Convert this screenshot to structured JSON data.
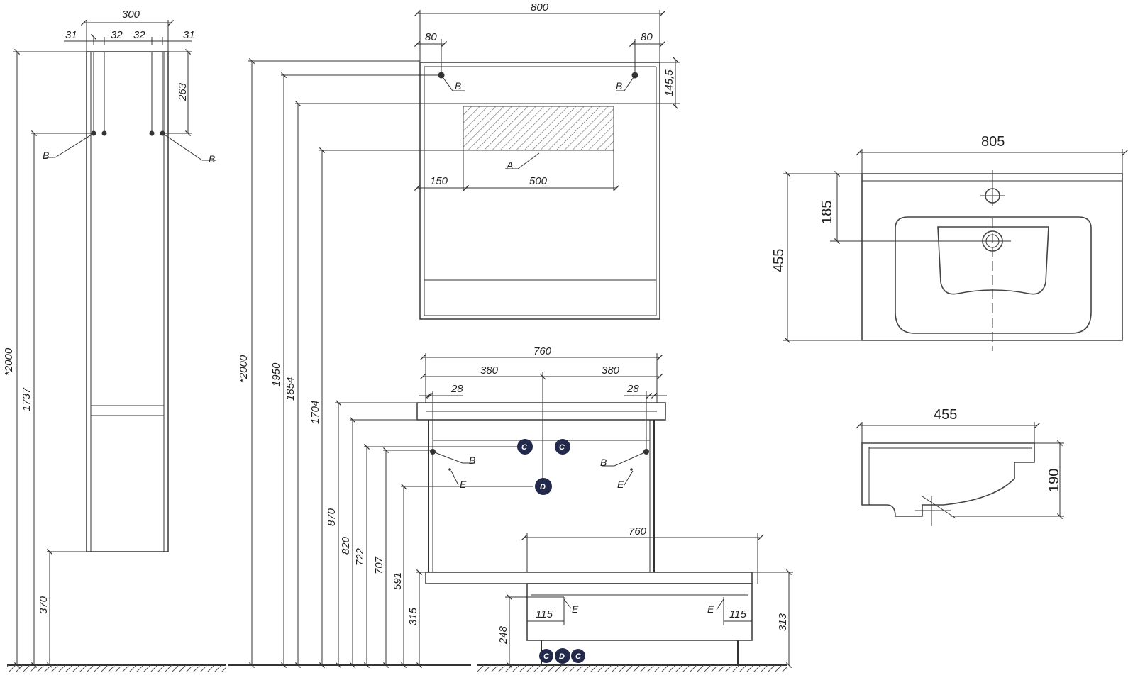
{
  "dimensions": {
    "column_width": "300",
    "column_off_l": "31",
    "column_sp_l": "32",
    "column_sp_r": "32",
    "column_off_r": "31",
    "column_263": "263",
    "column_total": "*2000",
    "column_1737": "1737",
    "column_370": "370",
    "mirror_width": "800",
    "mirror_80_l": "80",
    "mirror_80_r": "80",
    "mirror_145": "145,5",
    "mirror_150": "150",
    "mirror_500": "500",
    "h_2000": "*2000",
    "h_1950": "1950",
    "h_1854": "1854",
    "h_1704": "1704",
    "h_870": "870",
    "h_820": "820",
    "h_722": "722",
    "h_707": "707",
    "h_591": "591",
    "h_315": "315",
    "cab_760_top": "760",
    "cab_380_l": "380",
    "cab_380_r": "380",
    "cab_28_l": "28",
    "cab_28_r": "28",
    "cab_760_low": "760",
    "cab_115_l": "115",
    "cab_115_r": "115",
    "cab_248": "248",
    "cab_313": "313",
    "sink_805": "805",
    "sink_185": "185",
    "sink_455": "455",
    "side_455": "455",
    "side_190": "190"
  },
  "labels": {
    "A": "A",
    "B": "B",
    "C": "C",
    "D": "D",
    "E": "E"
  }
}
